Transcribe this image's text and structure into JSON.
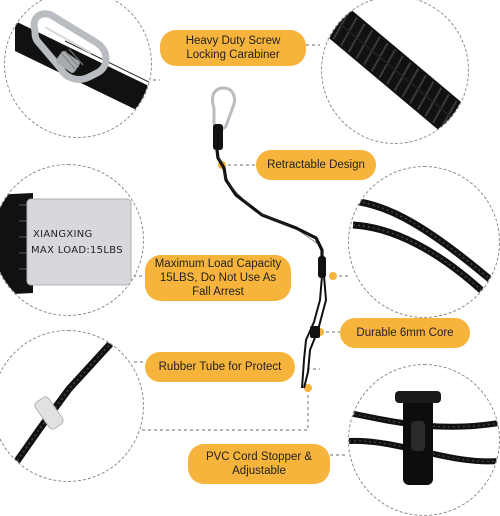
{
  "callouts": {
    "carabiner": {
      "lines": [
        "Heavy Duty Screw",
        "Locking Carabiner"
      ]
    },
    "retractable": {
      "lines": [
        "Retractable Design"
      ]
    },
    "load": {
      "lines": [
        "Maximum Load Capacity",
        "15LBS, Do Not Use As",
        "Fall Arrest"
      ]
    },
    "core": {
      "lines": [
        "Durable 6mm Core"
      ]
    },
    "tube": {
      "lines": [
        "Rubber Tube for Protect"
      ]
    },
    "stopper": {
      "lines": [
        "PVC Cord Stopper &",
        "Adjustable"
      ]
    }
  },
  "tag": {
    "brand": "XIANGXING",
    "load_text": "MAX LOAD:15LBS"
  },
  "colors": {
    "accent": "#f7b43c",
    "cord": "#111111",
    "dash": "#8a8a8a",
    "metal": "#b9bcc0"
  }
}
